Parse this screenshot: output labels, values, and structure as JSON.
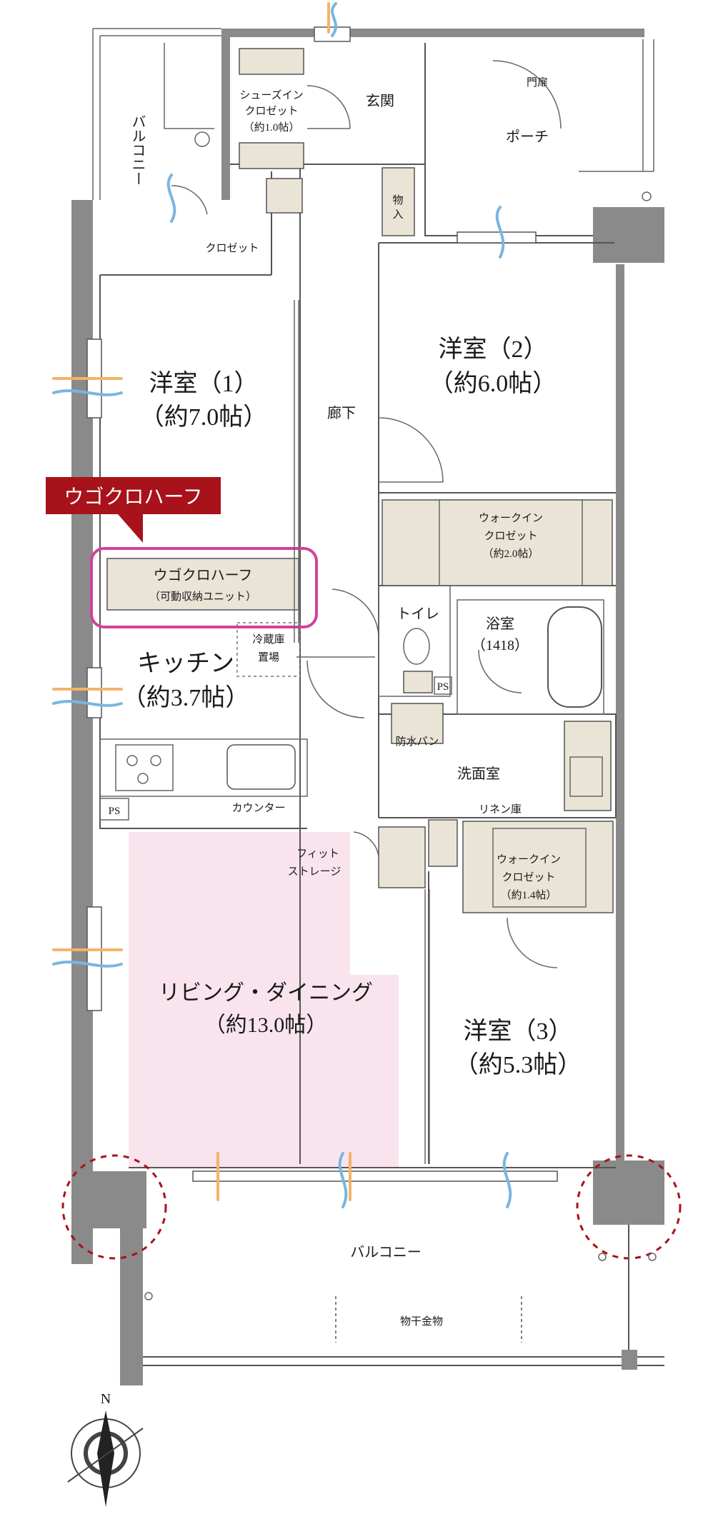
{
  "rooms": {
    "balcony_top": "バルコニー",
    "shoes_closet": [
      "シューズイン",
      "クロゼット",
      "（約1.0帖）"
    ],
    "entrance": "玄関",
    "gate": "門扉",
    "porch": "ポーチ",
    "storage_small": [
      "物",
      "入"
    ],
    "closet": "クロゼット",
    "room1": [
      "洋室（1）",
      "（約7.0帖）"
    ],
    "corridor": "廊下",
    "room2": [
      "洋室（2）",
      "（約6.0帖）"
    ],
    "walkin1": [
      "ウォークイン",
      "クロゼット",
      "（約2.0帖）"
    ],
    "ugoku_unit": [
      "ウゴクロハーフ",
      "（可動収納ユニット）"
    ],
    "toilet": "トイレ",
    "bath": [
      "浴室",
      "（1418）"
    ],
    "fridge": [
      "冷蔵庫",
      "置場"
    ],
    "kitchen": [
      "キッチン",
      "（約3.7帖）"
    ],
    "ps": "PS",
    "waterproof_pan": "防水パン",
    "washroom": "洗面室",
    "counter": "カウンター",
    "linen": "リネン庫",
    "fit_storage": [
      "フィット",
      "ストレージ"
    ],
    "walkin2": [
      "ウォークイン",
      "クロゼット",
      "（約1.4帖）"
    ],
    "living": [
      "リビング・ダイニング",
      "（約13.0帖）"
    ],
    "room3": [
      "洋室（3）",
      "（約5.3帖）"
    ],
    "balcony_bottom": "バルコニー",
    "laundry": "物干金物",
    "compass": "N"
  },
  "badge": {
    "label": "ウゴクロハーフ"
  },
  "colors": {
    "accent_red": "#a8121b",
    "highlight_pink": "#d4409a",
    "living_fill": "#f9e4ee",
    "storage_fill": "#e9e4d6",
    "wall": "#8a8a8a",
    "breeze_blue": "#79b6e0",
    "light_orange": "#f4b36a"
  }
}
